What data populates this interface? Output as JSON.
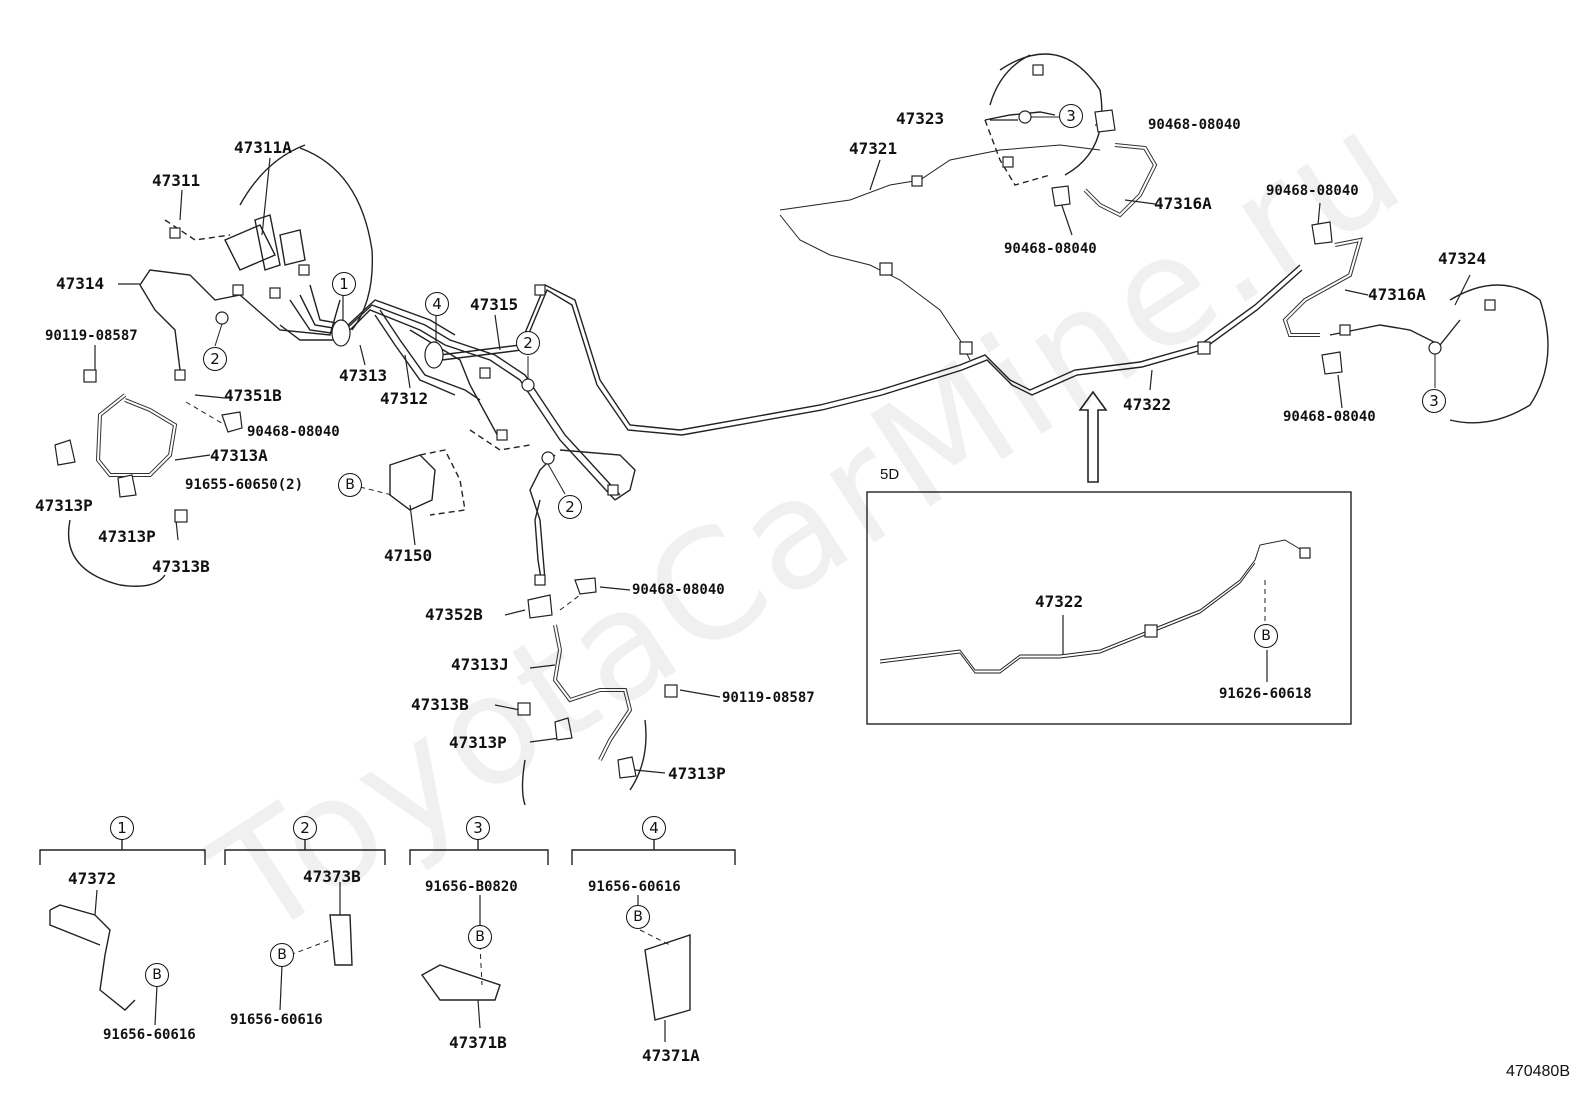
{
  "watermark": "ToyotaCarMine.ru",
  "document_id": "470480B",
  "detail_view_label": "5D",
  "labels": {
    "p47311A": "47311A",
    "p47311": "47311",
    "p47314": "47314",
    "p90119_08587_a": "90119-08587",
    "p47313": "47313",
    "p47312": "47312",
    "p47315": "47315",
    "p47351B": "47351B",
    "p90468_08040_a": "90468-08040",
    "p47313A": "47313A",
    "p91655_60650": "91655-60650(2)",
    "p47313P_a": "47313P",
    "p47313P_b": "47313P",
    "p47313B_a": "47313B",
    "p47150": "47150",
    "p90468_08040_b": "90468-08040",
    "p47352B": "47352B",
    "p47313J": "47313J",
    "p90119_08587_b": "90119-08587",
    "p47313B_b": "47313B",
    "p47313P_c": "47313P",
    "p47313P_d": "47313P",
    "p47323": "47323",
    "p47321": "47321",
    "p90468_08040_c": "90468-08040",
    "p47316A_a": "47316A",
    "p90468_08040_d": "90468-08040",
    "p90468_08040_e": "90468-08040",
    "p47316A_b": "47316A",
    "p47324": "47324",
    "p90468_08040_f": "90468-08040",
    "p47322_main": "47322",
    "p47322_detail": "47322",
    "p91626_60618": "91626-60618",
    "p47372": "47372",
    "p91656_60616_a": "91656-60616",
    "p47373B": "47373B",
    "p91656_60616_b": "91656-60616",
    "p91656_B0820": "91656-B0820",
    "p47371B": "47371B",
    "p91656_60616_c": "91656-60616",
    "p47371A": "47371A"
  },
  "callouts": {
    "c1_main": "1",
    "c4_main": "4",
    "c2_a": "2",
    "c2_b": "2",
    "c2_c": "2",
    "c3_a": "3",
    "c3_b": "3",
    "b_a": "B",
    "b_detail": "B",
    "legend1": "1",
    "legend2": "2",
    "legend3": "3",
    "legend4": "4",
    "b_l1": "B",
    "b_l2": "B",
    "b_l3": "B",
    "b_l4": "B"
  }
}
